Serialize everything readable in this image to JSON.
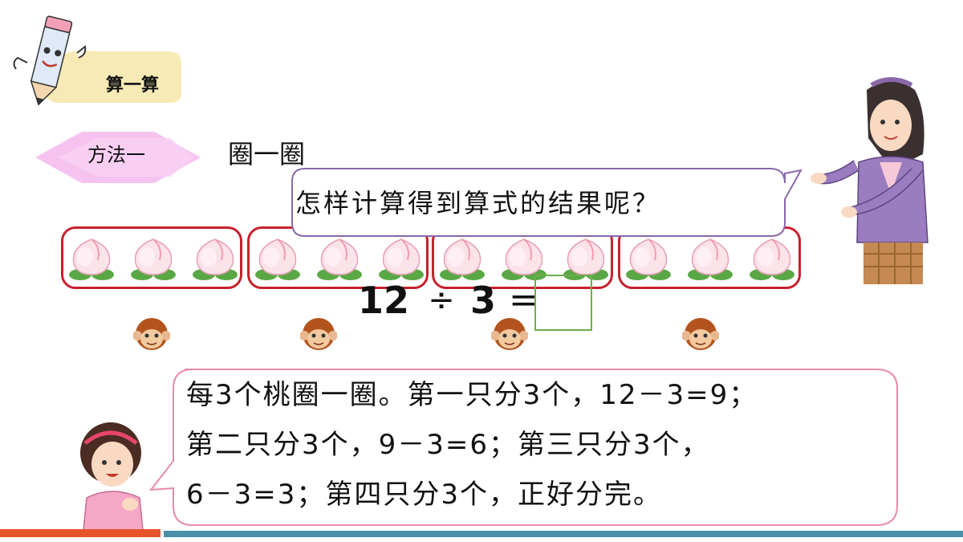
{
  "header": {
    "tag_label": "算一算"
  },
  "method": {
    "label": "方法一",
    "title": "圈一圈"
  },
  "teacher_bubble": {
    "text": "怎样计算得到算式的结果呢？"
  },
  "equation": {
    "dividend": "12",
    "operator": "÷",
    "divisor": "3",
    "equals": "=",
    "answer": ""
  },
  "peach_groups": [
    {
      "count": 3
    },
    {
      "count": 3
    },
    {
      "count": 3
    },
    {
      "count": 3
    }
  ],
  "explanation": {
    "line1": "每3个桃圈一圈。第一只分3个，12－3=9；",
    "line2": "第二只分3个，9－3=6；第三只分3个，",
    "line3": "6－3=3；第四只分3个，正好分完。"
  },
  "colors": {
    "group_border": "#c8202c",
    "answer_box_border": "#6fae4a",
    "tag_bg": "#f7eab4",
    "method_bg": "#f5b8ee",
    "bottom_bar_left": "#e8542a",
    "bottom_bar_right": "#4a8fa8"
  },
  "icons": {
    "mascot": "pencil-mascot-icon",
    "peach": "peach-icon",
    "monkey": "monkey-face-icon",
    "teacher": "teacher-figure",
    "girl": "girl-figure"
  }
}
